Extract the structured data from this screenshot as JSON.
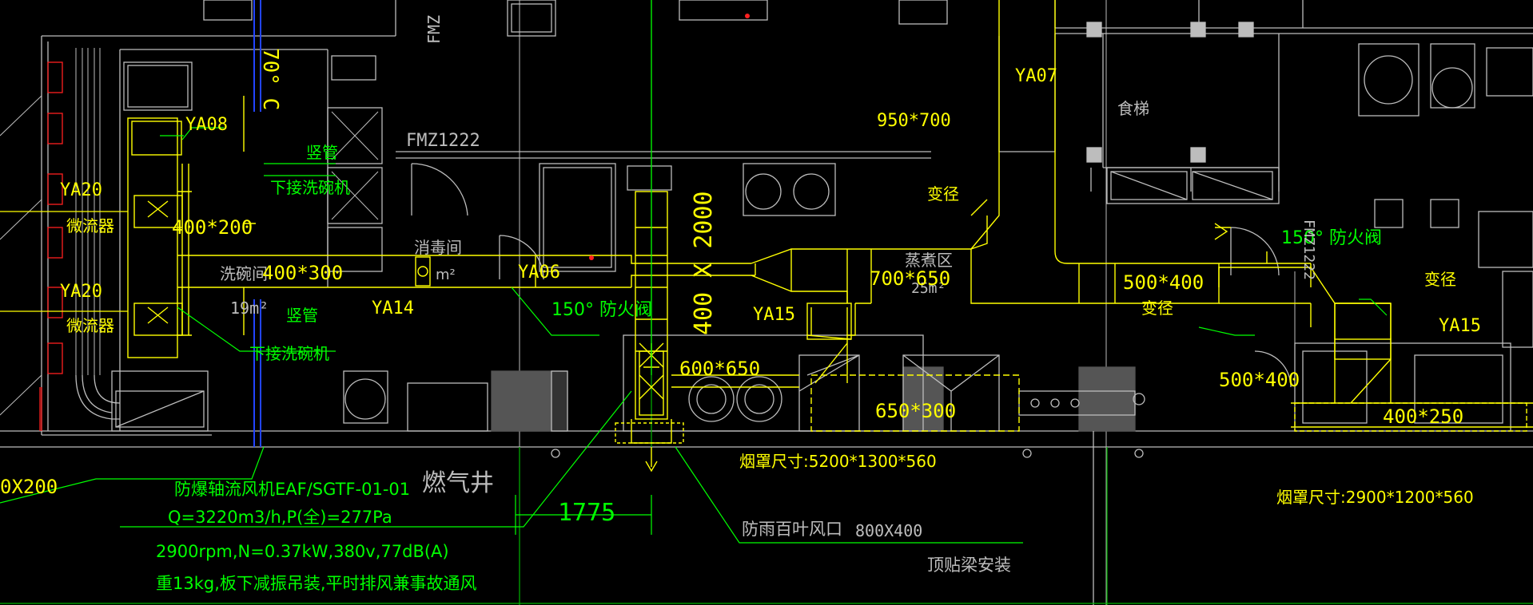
{
  "drawing": {
    "colors": {
      "background": "#000000",
      "duct": "#ffff00",
      "leader": "#00ff00",
      "wall": "#bdbdbd",
      "equipment": "#9a9a9a",
      "axis": "#00b400",
      "blue": "#2244ff",
      "red": "#ff2020"
    },
    "labels": {
      "temp_70c": "70° C",
      "fmz_top": "FMZ",
      "fmz1222": "FMZ1222",
      "ya07": "YA07",
      "food_lift": "食梯",
      "d950x700": "950*700",
      "reducer_1": "变径",
      "ya08": "YA08",
      "riser_1": "竖管",
      "dishwasher_1": "下接洗碗机",
      "ya20_1": "YA20",
      "microwave_1": "微流器",
      "d400x200": "400*200",
      "disinfect_room": "消毒间",
      "disinfect_area": "m²",
      "wash_room": "洗碗间",
      "d400x300": "400*300",
      "ya06": "YA06",
      "ya14": "YA14",
      "ya20_2": "YA20",
      "microwave_2": "微流器",
      "area_19": "19m²",
      "riser_2": "竖管",
      "dishwasher_2": "下接洗碗机",
      "fd150_1": "150° 防火阀",
      "d400x2000": "400 X 2000",
      "steam_area": "蒸煮区",
      "steam_area_m2": "25m²",
      "d700x650": "700*650",
      "ya15_1": "YA15",
      "d500x400_1": "500*400",
      "reducer_2": "变径",
      "fd150_2": "150° 防火阀",
      "fmz_right": "FMZ1222",
      "reducer_3": "变径",
      "ya15_2": "YA15",
      "d600x650": "600*650",
      "d650x300": "650*300",
      "d500x400_2": "500*400",
      "d400x250": "400*250",
      "hood_1": "烟罩尺寸:5200*1300*560",
      "hood_2": "烟罩尺寸:2900*1200*560",
      "x200_left": "0X200",
      "gas_well": "燃气井",
      "fan_1": "防爆轴流风机EAF/SGTF-01-01",
      "fan_2": "Q=3220m3/h,P(全)=277Pa",
      "fan_3": "2900rpm,N=0.37kW,380v,77dB(A)",
      "fan_4": "重13kg,板下减振吊装,平时排风兼事故通风",
      "dim_1775": "1775",
      "louver": "防雨百叶风口",
      "louver_size": "800X400",
      "beam_mount": "顶贴梁安装"
    }
  }
}
